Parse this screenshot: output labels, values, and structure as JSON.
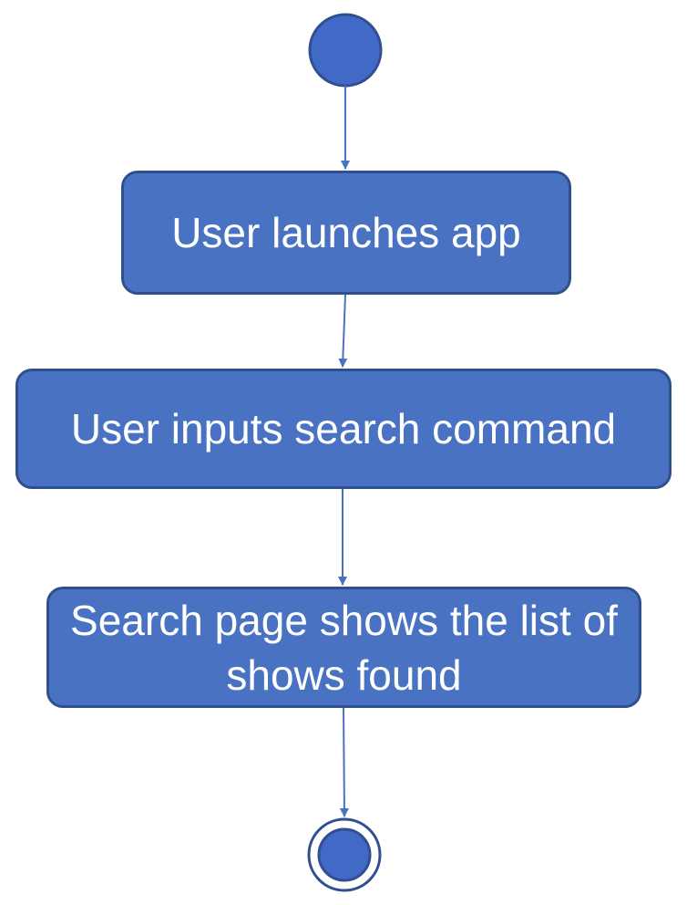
{
  "colors": {
    "node_fill": "#4a72c2",
    "node_border": "#2f4f8f",
    "start_fill": "#4169c6",
    "edge": "#4a72c2",
    "text": "#ffffff",
    "background": "#ffffff"
  },
  "nodes": {
    "start": {
      "kind": "initial"
    },
    "launch": {
      "label": "User launches app"
    },
    "input": {
      "label": "User inputs search command"
    },
    "results": {
      "label": "Search page shows the list of shows found"
    },
    "end": {
      "kind": "final"
    }
  },
  "edges": [
    {
      "from": "start",
      "to": "launch"
    },
    {
      "from": "launch",
      "to": "input"
    },
    {
      "from": "input",
      "to": "results"
    },
    {
      "from": "results",
      "to": "end"
    }
  ]
}
